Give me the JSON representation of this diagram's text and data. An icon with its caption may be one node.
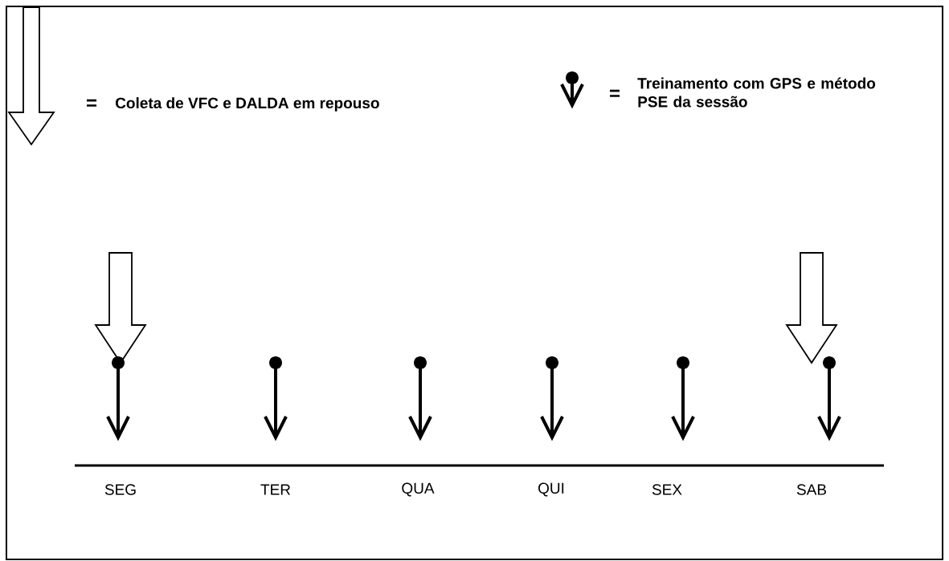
{
  "diagram": {
    "labels": [
      "=",
      "=",
      "SEG",
      "TER",
      "QUA",
      "QUI",
      "SEX",
      "SAB"
    ],
    "legend": [
      {
        "text": "Coleta de VFC e DALDA em repouso"
      },
      {
        "text": "Treinamento com GPS e método PSE da sessão"
      }
    ]
  }
}
